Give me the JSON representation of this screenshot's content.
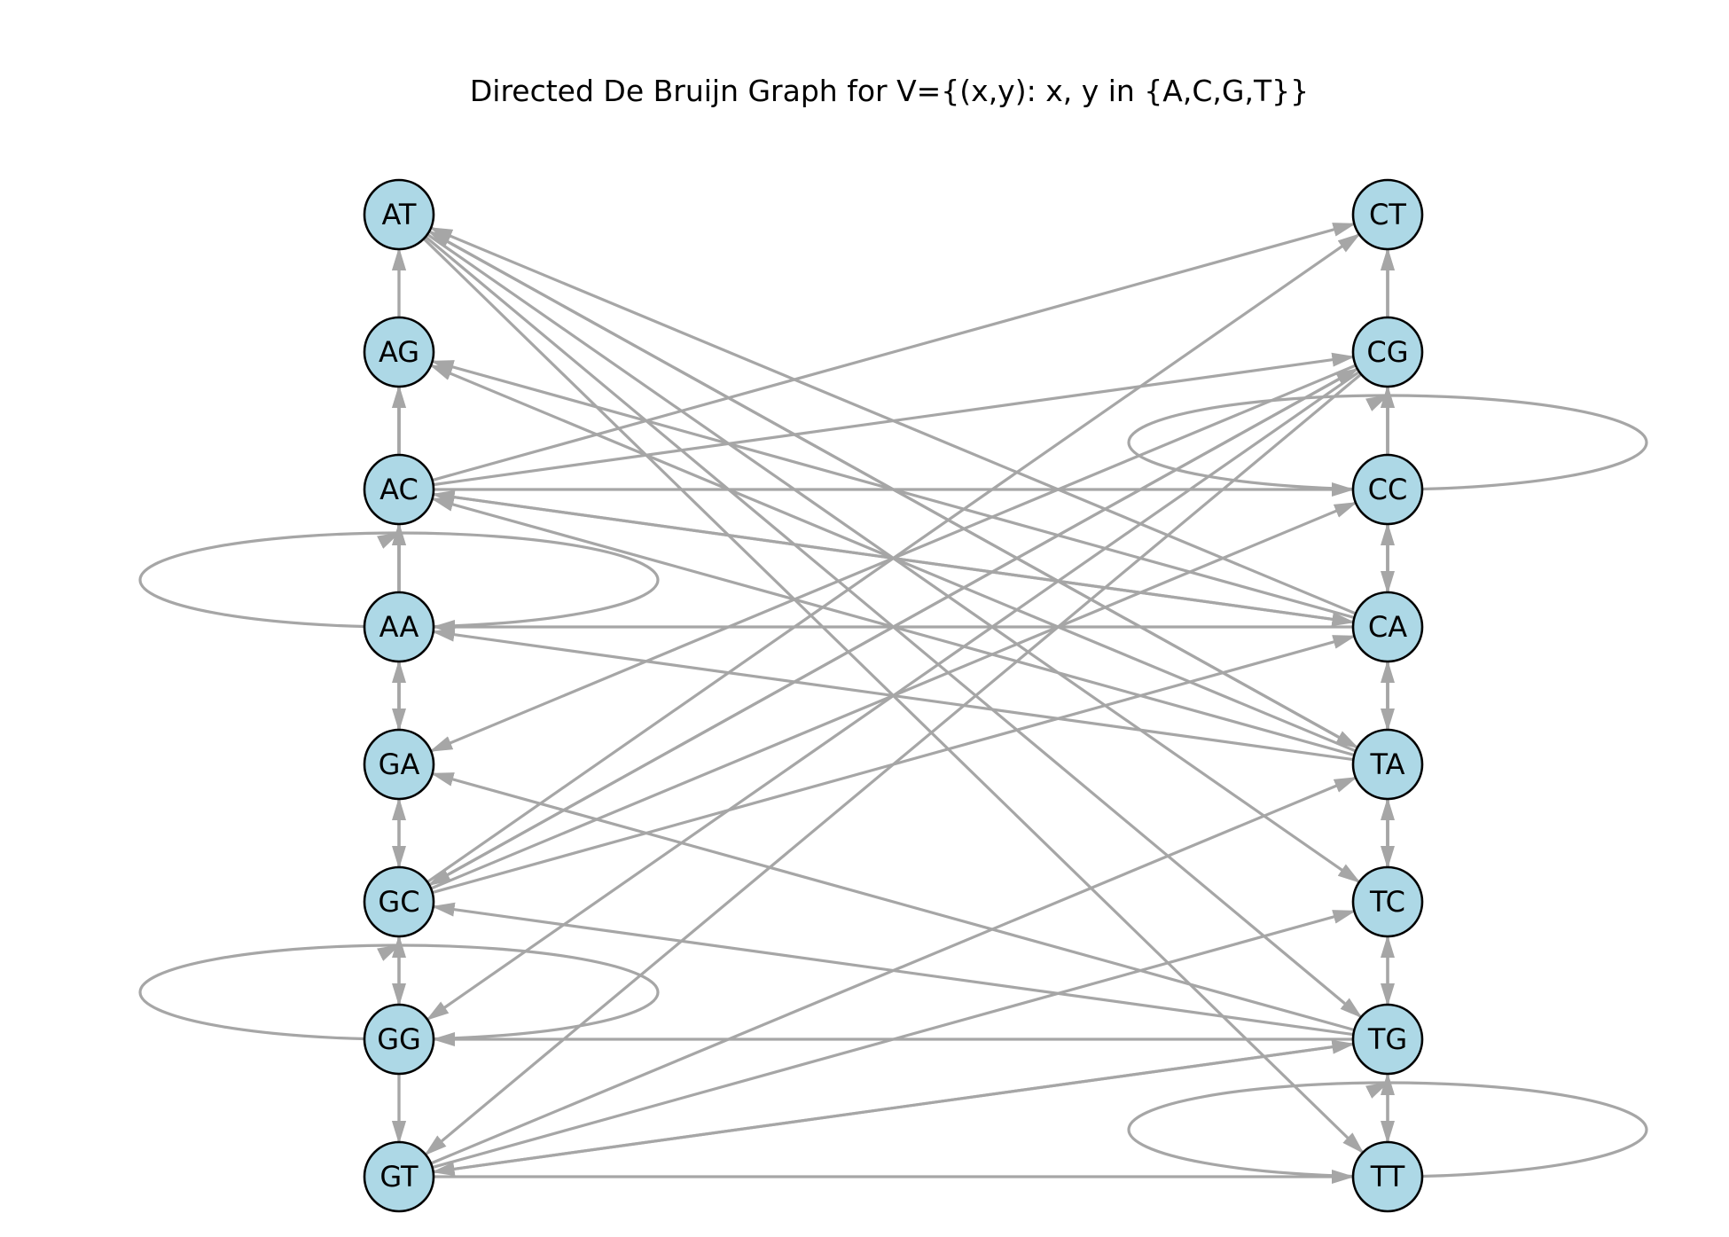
{
  "title": "Directed De Bruijn Graph for V={(x,y): x, y in {A,C,G,T}}",
  "colors": {
    "node_fill": "#add8e6",
    "node_stroke": "#000000",
    "edge": "#a6a6a6"
  },
  "graph": {
    "directed": true,
    "nodes": [
      {
        "id": "AT",
        "label": "AT"
      },
      {
        "id": "AG",
        "label": "AG"
      },
      {
        "id": "AC",
        "label": "AC"
      },
      {
        "id": "AA",
        "label": "AA"
      },
      {
        "id": "GA",
        "label": "GA"
      },
      {
        "id": "GC",
        "label": "GC"
      },
      {
        "id": "GG",
        "label": "GG"
      },
      {
        "id": "GT",
        "label": "GT"
      },
      {
        "id": "CT",
        "label": "CT"
      },
      {
        "id": "CG",
        "label": "CG"
      },
      {
        "id": "CC",
        "label": "CC"
      },
      {
        "id": "CA",
        "label": "CA"
      },
      {
        "id": "TA",
        "label": "TA"
      },
      {
        "id": "TC",
        "label": "TC"
      },
      {
        "id": "TG",
        "label": "TG"
      },
      {
        "id": "TT",
        "label": "TT"
      }
    ],
    "edges": [
      [
        "AA",
        "AA"
      ],
      [
        "AA",
        "AC"
      ],
      [
        "AA",
        "AG"
      ],
      [
        "AA",
        "AT"
      ],
      [
        "AC",
        "CA"
      ],
      [
        "AC",
        "CC"
      ],
      [
        "AC",
        "CG"
      ],
      [
        "AC",
        "CT"
      ],
      [
        "AG",
        "GA"
      ],
      [
        "AG",
        "GC"
      ],
      [
        "AG",
        "GG"
      ],
      [
        "AG",
        "GT"
      ],
      [
        "AT",
        "TA"
      ],
      [
        "AT",
        "TC"
      ],
      [
        "AT",
        "TG"
      ],
      [
        "AT",
        "TT"
      ],
      [
        "CA",
        "AA"
      ],
      [
        "CA",
        "AC"
      ],
      [
        "CA",
        "AG"
      ],
      [
        "CA",
        "AT"
      ],
      [
        "CC",
        "CA"
      ],
      [
        "CC",
        "CC"
      ],
      [
        "CC",
        "CG"
      ],
      [
        "CC",
        "CT"
      ],
      [
        "CG",
        "GA"
      ],
      [
        "CG",
        "GC"
      ],
      [
        "CG",
        "GG"
      ],
      [
        "CG",
        "GT"
      ],
      [
        "CT",
        "TA"
      ],
      [
        "CT",
        "TC"
      ],
      [
        "CT",
        "TG"
      ],
      [
        "CT",
        "TT"
      ],
      [
        "GA",
        "AA"
      ],
      [
        "GA",
        "AC"
      ],
      [
        "GA",
        "AG"
      ],
      [
        "GA",
        "AT"
      ],
      [
        "GC",
        "CA"
      ],
      [
        "GC",
        "CC"
      ],
      [
        "GC",
        "CG"
      ],
      [
        "GC",
        "CT"
      ],
      [
        "GG",
        "GA"
      ],
      [
        "GG",
        "GC"
      ],
      [
        "GG",
        "GG"
      ],
      [
        "GG",
        "GT"
      ],
      [
        "GT",
        "TA"
      ],
      [
        "GT",
        "TC"
      ],
      [
        "GT",
        "TG"
      ],
      [
        "GT",
        "TT"
      ],
      [
        "TA",
        "AA"
      ],
      [
        "TA",
        "AC"
      ],
      [
        "TA",
        "AG"
      ],
      [
        "TA",
        "AT"
      ],
      [
        "TC",
        "CA"
      ],
      [
        "TC",
        "CC"
      ],
      [
        "TC",
        "CG"
      ],
      [
        "TC",
        "CT"
      ],
      [
        "TG",
        "GA"
      ],
      [
        "TG",
        "GC"
      ],
      [
        "TG",
        "GG"
      ],
      [
        "TG",
        "GT"
      ],
      [
        "TT",
        "TA"
      ],
      [
        "TT",
        "TC"
      ],
      [
        "TT",
        "TG"
      ],
      [
        "TT",
        "TT"
      ]
    ]
  }
}
